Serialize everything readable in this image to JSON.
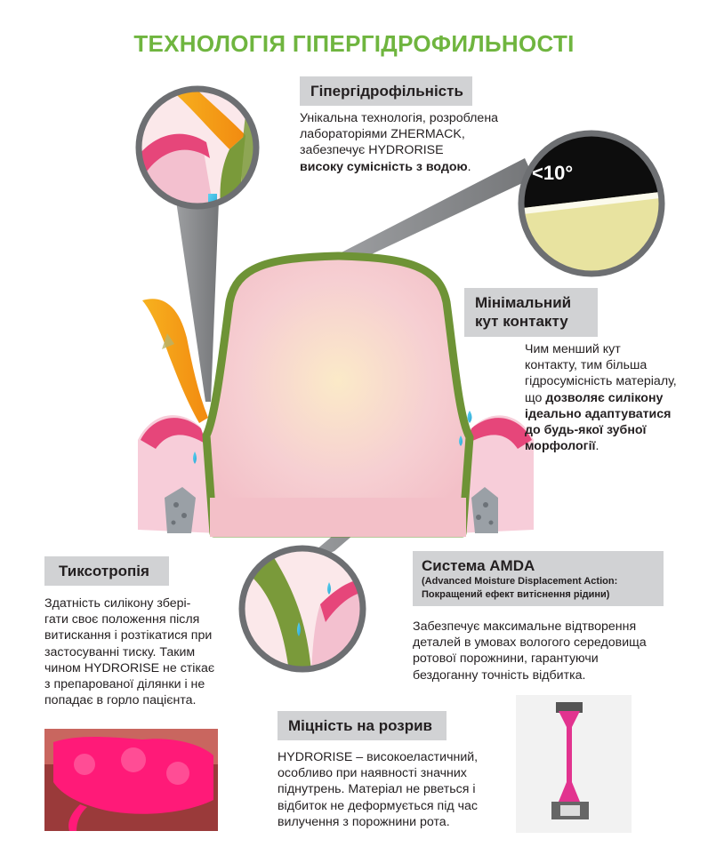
{
  "title": "ТЕХНОЛОГІЯ ГІПЕРГІДРОФИЛЬНОСТІ",
  "hyper": {
    "heading": "Гіпергідрофільність",
    "line1": "Унікальна технологія, розроблена",
    "line2": "лабораторіями ZHERMACK,",
    "line3": "забезпечує HYDRORISE",
    "line4_bold": "високу сумісність з водою",
    "line4_end": "."
  },
  "angle_label": "<10°",
  "contact": {
    "heading_line1": "Мінімальний",
    "heading_line2": "кут контакту",
    "line1": "Чим менший кут",
    "line2": "контакту, тим більша",
    "line3": "гідросумісність матеріалу,",
    "line4_start": "що ",
    "line4_bold": "дозволяє силікону",
    "line5_bold": "ідеально адаптуватися",
    "line6_bold": "до будь-якої зубної",
    "line7_bold": "морфології",
    "line7_end": "."
  },
  "thixo": {
    "heading": "Тиксотропія",
    "line1": "Здатність силікону збері-",
    "line2": "гати своє положення після",
    "line3": "витискання і розтікатися при",
    "line4": "застосуванні тиску. Таким",
    "line5": "чином HYDRORISE не стікає",
    "line6": "з препарованої ділянки і не",
    "line7": "попадає в горло пацієнта."
  },
  "amda": {
    "heading": "Система AMDA",
    "sub1": "(Advanced Moisture Displacement Action:",
    "sub2": "Покращений ефект витіснення рідини)",
    "line1": "Забезпечує максимальне відтворення",
    "line2": "деталей в умовах вологого середовища",
    "line3": "ротової порожнини, гарантуючи",
    "line4": "бездоганну точність відбитка."
  },
  "tensile": {
    "heading": "Міцність на розрив",
    "line1": "HYDRORISE – високоеластичний,",
    "line2": "особливо при наявності значних",
    "line3": "піднутрень. Матеріал не рветься і",
    "line4": "відбиток не деформується під час",
    "line5": "вилучення з порожнини рота."
  },
  "colors": {
    "title_green": "#6fb53f",
    "heading_bg": "#d1d2d4",
    "silicone_green": "#7a9a3a",
    "gum_pink": "#e6467a",
    "impression_magenta": "#ff1a78"
  }
}
